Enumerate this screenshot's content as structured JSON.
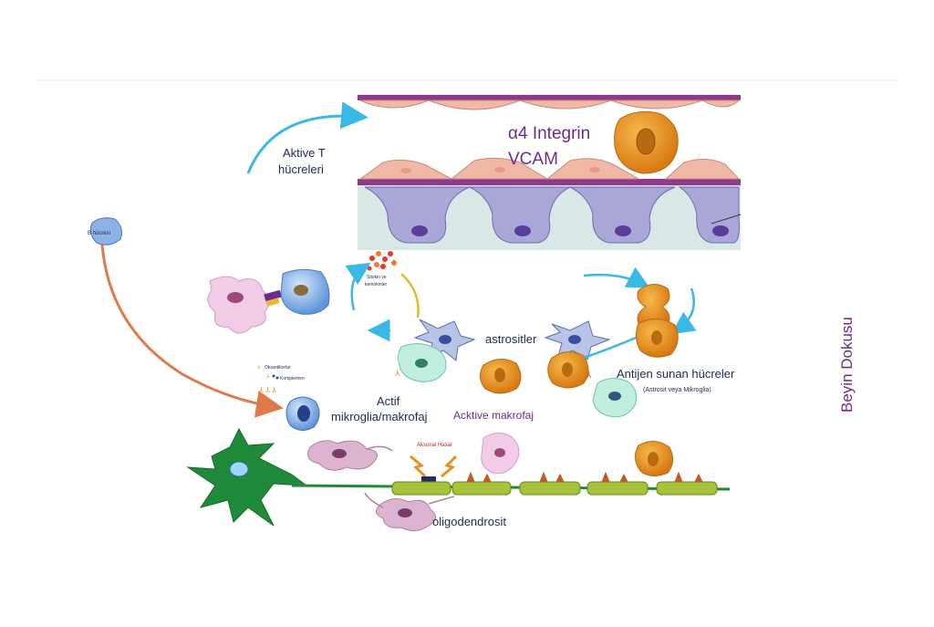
{
  "labels": {
    "integrin": "α4 Integrin",
    "vcam": "VCAM",
    "aktive_t_line1": "Aktive T",
    "aktive_t_line2": "hücreleri",
    "b_cell": "B hücresi",
    "cytokines_line1": "Sitokin ve",
    "cytokines_line2": "kemokinler",
    "antibodies": "Otoantikorlar",
    "complement": "Komplemen",
    "astrocytes": "astrositler",
    "apc": "Antijen sunan hücreler",
    "apc_sub": "(Astrosit veya Mikroglia)",
    "actif_line1": "Actif",
    "actif_line2": "mikroglia/makrofaj",
    "acktive_makrofaj": "Acktive makrofaj",
    "axonal_damage": "Aksonal Hasar",
    "oligodendrocyte": "oligodendrosit",
    "brain_tissue": "Beyin Dokusu"
  },
  "colors": {
    "purple_text": "#6a2c91",
    "navy_text": "#1f2a4d",
    "arrow_blue": "#3ab8e6",
    "arrow_orange": "#e07a4a",
    "vessel_wall": "#8e3a8c",
    "endothelial": "#f0b9a6",
    "astro_foot": "#a9a6d8",
    "macrophage": "#e8901e",
    "neuron_green": "#1f8a3a",
    "myelin": "#a6c23a"
  }
}
